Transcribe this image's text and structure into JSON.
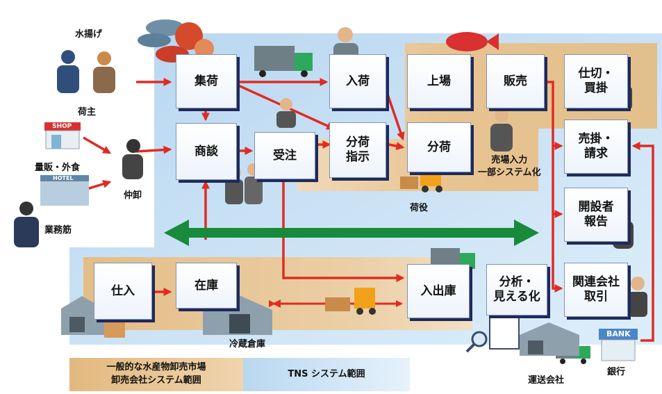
{
  "boxes": {
    "shuka": "集荷",
    "shodan": "商談",
    "juchu": "受注",
    "nyuka": "入荷",
    "bunka_shiji": "分荷\n指示",
    "joba": "上場",
    "bunka": "分荷",
    "hanbai": "販売",
    "shikiri": "仕切・\n買掛",
    "urikake": "売掛・\n請求",
    "kaisetsusha": "開設者\n報告",
    "kanren": "関連会社\n取引",
    "shiire": "仕入",
    "zaiko": "在庫",
    "nyushukko": "入出庫",
    "bunseki": "分析・\n見える化"
  },
  "labels": {
    "mizuage": "水揚げ",
    "niushi": "荷主",
    "ryohan": "量販・外食",
    "nakaoroshi": "仲卸",
    "gyomusuji": "業務筋",
    "uriba": "売場入力\n一部システム化",
    "niyaku": "荷役",
    "reizo": "冷蔵倉庫",
    "unso": "運送会社",
    "ginko": "銀行",
    "shop": "SHOP",
    "hotel": "HOTEL",
    "bank": "BANK"
  },
  "legend": {
    "general": "一般的な水産物卸売市場\n卸売会社システム範囲",
    "tns": "TNS システム範囲"
  },
  "colors": {
    "tns_area": "#cfe4f5",
    "general_area": "#e3bf8c",
    "arrow_red": "#e02b22",
    "arrow_green": "#178a3c",
    "box_shadow": "#1f2a5a"
  }
}
